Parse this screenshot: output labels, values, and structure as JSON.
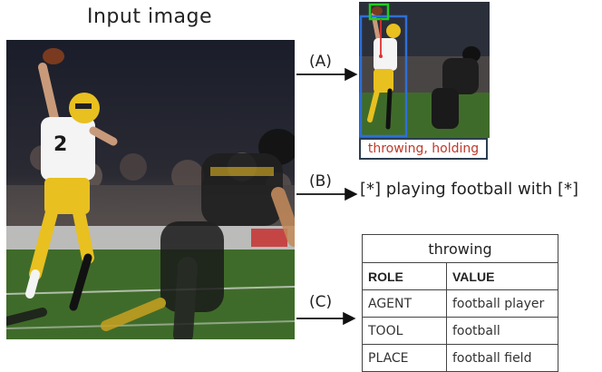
{
  "input_title": "Input image",
  "branches": {
    "a_label": "(A)",
    "b_label": "(B)",
    "c_label": "(C)"
  },
  "thumbnail_caption": "throwing, holding",
  "sentence": "[*] playing football with [*]",
  "table": {
    "title": "throwing",
    "col_role": "ROLE",
    "col_value": "VALUE",
    "rows": [
      {
        "role": "AGENT",
        "value": "football player"
      },
      {
        "role": "TOOL",
        "value": "football"
      },
      {
        "role": "PLACE",
        "value": "football field"
      }
    ]
  },
  "colors": {
    "caption_text": "#c0392b",
    "box_blue": "#2f6fd6",
    "box_green": "#22cc22",
    "box_red": "#e03030"
  }
}
